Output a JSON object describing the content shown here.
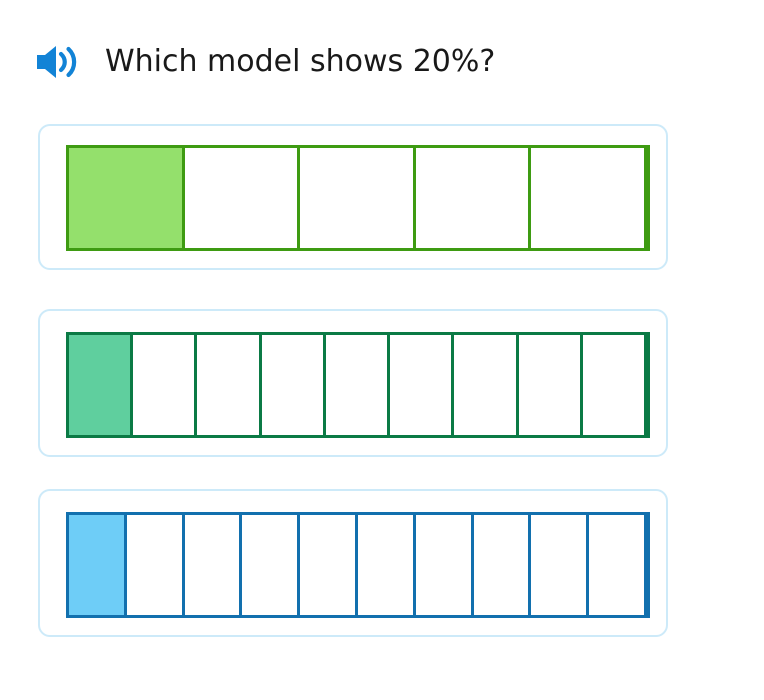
{
  "question": {
    "text": "Which model shows 20%?",
    "audio_icon": "speaker-icon",
    "audio_icon_color": "#1283d6",
    "text_color": "#191919"
  },
  "colors": {
    "card_border": "#cdeaf9",
    "card_background": "#ffffff",
    "page_background": "#ffffff"
  },
  "options": [
    {
      "id": "model-1",
      "total_cells": 5,
      "filled_cells": 1,
      "percent_shown": "20%",
      "fill_color": "#94e06c",
      "border_color": "#3e9b12"
    },
    {
      "id": "model-2",
      "total_cells": 9,
      "filled_cells": 1,
      "percent_shown": "11%",
      "fill_color": "#5fcf9e",
      "border_color": "#0b7a45"
    },
    {
      "id": "model-3",
      "total_cells": 10,
      "filled_cells": 1,
      "percent_shown": "10%",
      "fill_color": "#6ecdf7",
      "border_color": "#1270ae"
    }
  ]
}
